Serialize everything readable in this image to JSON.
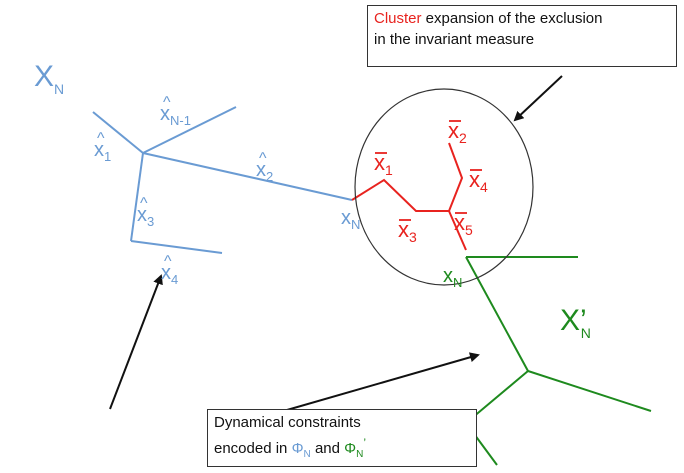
{
  "colors": {
    "blue": "#6a9bd3",
    "red": "#e8231f",
    "green": "#1e8a1e",
    "ink": "#111111"
  },
  "labels": {
    "XN": "X",
    "XN_sub": "N",
    "XNprime": "X’",
    "XNprime_sub": "N",
    "x1hat": "x",
    "x1hat_sub": "1",
    "xN1hat": "x",
    "xN1hat_sub": "N-1",
    "x2hat": "x",
    "x2hat_sub": "2",
    "x3hat": "x",
    "x3hat_sub": "3",
    "x4hat": "x",
    "x4hat_sub": "4",
    "xNblue": "x",
    "xNblue_sub": "N",
    "xNgreen": "x",
    "xNgreen_sub": "N",
    "x1bar": "x",
    "x1bar_sub": "1",
    "x2bar": "x",
    "x2bar_sub": "2",
    "x3bar": "x",
    "x3bar_sub": "3",
    "x4bar": "x",
    "x4bar_sub": "4",
    "x5bar": "x",
    "x5bar_sub": "5",
    "hat": "^"
  },
  "top_box": {
    "highlight": "Cluster",
    "line1_rest": " expansion of the exclusion",
    "line2": "in the invariant measure"
  },
  "bottom_box": {
    "line1": "Dynamical constraints",
    "line2_a": "encoded in ",
    "phi1": "Φ",
    "phi1_sub": "N",
    "and": " and ",
    "phi2": "Φ",
    "phi2_sub": "N",
    "phi2_prime": "’"
  }
}
